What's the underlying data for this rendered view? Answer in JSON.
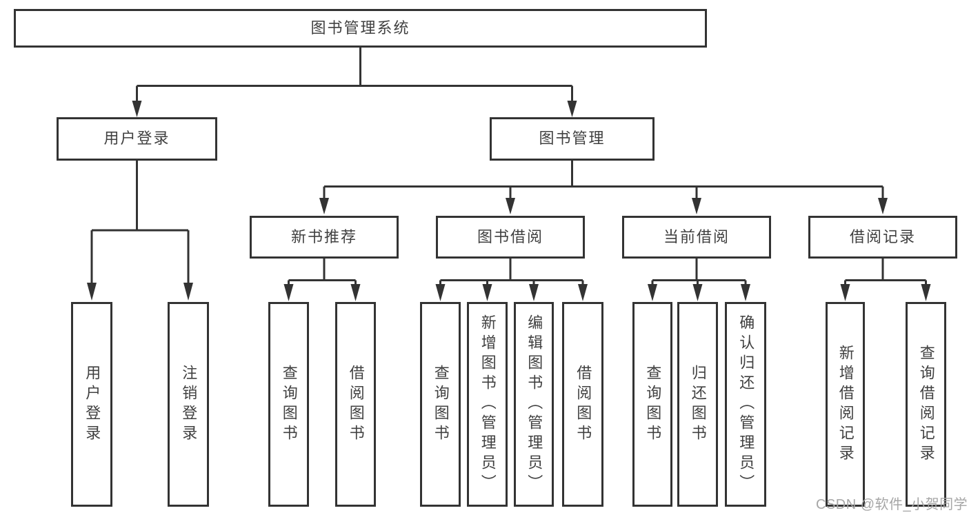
{
  "root": {
    "label": "图书管理系统"
  },
  "user_login": {
    "label": "用户登录",
    "children": [
      {
        "label": "用户登录"
      },
      {
        "label": "注销登录"
      }
    ]
  },
  "book_mgmt": {
    "label": "图书管理",
    "sections": [
      {
        "label": "新书推荐",
        "children": [
          {
            "label": "查询图书"
          },
          {
            "label": "借阅图书"
          }
        ]
      },
      {
        "label": "图书借阅",
        "children": [
          {
            "label": "查询图书"
          },
          {
            "label": "新增图书（管理员）"
          },
          {
            "label": "编辑图书（管理员）"
          },
          {
            "label": "借阅图书"
          }
        ]
      },
      {
        "label": "当前借阅",
        "children": [
          {
            "label": "查询图书"
          },
          {
            "label": "归还图书"
          },
          {
            "label": "确认归还（管理员）"
          }
        ]
      },
      {
        "label": "借阅记录",
        "children": [
          {
            "label": "新增借阅记录"
          },
          {
            "label": "查询借阅记录"
          }
        ]
      }
    ]
  },
  "watermark": {
    "text": "CSDN @软件_小贺同学"
  },
  "colors": {
    "line": "#333333",
    "text": "#404040",
    "background": "#ffffff",
    "watermark": "#a6a6a6"
  }
}
